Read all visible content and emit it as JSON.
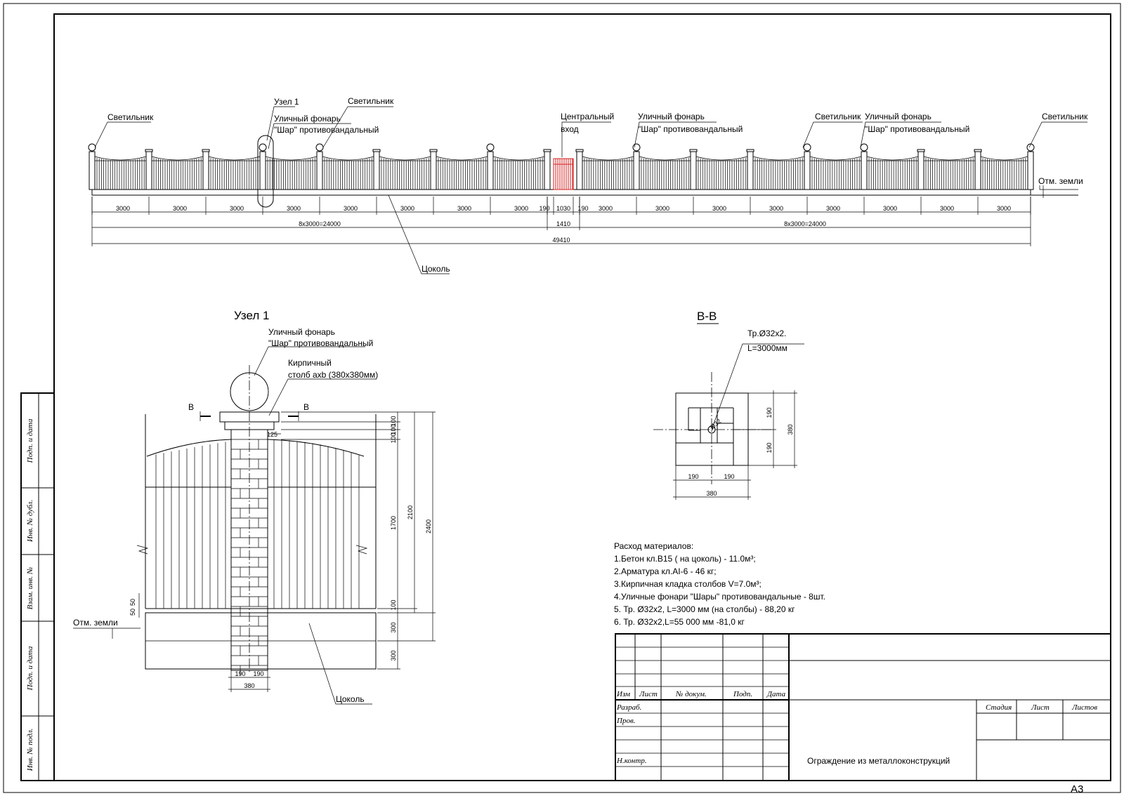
{
  "fence_labels": {
    "svetilnik": "Светильник",
    "uzel1": "Узел 1",
    "fonar_line1": "Уличный фонарь",
    "fonar_line2": "\"Шар\" противовандальный",
    "central_line1": "Центральный",
    "central_line2": "вход",
    "otm_zemli": "Отм. земли",
    "cokol": "Цоколь"
  },
  "elevation_dims": {
    "span": "3000",
    "side": "190",
    "gate": "1030",
    "left_total": "8х3000=24000",
    "gate_total": "1410",
    "right_total": "8х3000=24000",
    "overall": "49410"
  },
  "detail": {
    "title": "Узел 1",
    "fonar_line1": "Уличный фонарь",
    "fonar_line2": "\"Шар\" противовандальный",
    "post_line1": "Кирпичный",
    "post_line2": "столб аxb (380x380мм)",
    "section_mark": "В",
    "otm_zemli": "Отм. земли",
    "cokol": "Цоколь",
    "dims": {
      "d100": "100",
      "d125": "125",
      "d1700": "1700",
      "d2100": "2100",
      "d2400": "2400",
      "d300": "300",
      "d50": "50",
      "d190": "190",
      "d380": "380"
    }
  },
  "section": {
    "title": "В-В",
    "tube_line1": "Тр.Ø32x2.",
    "tube_line2": "L=3000мм",
    "tube_mark": "Ø32",
    "d190": "190",
    "d380": "380"
  },
  "materials": {
    "heading": "Расход материалов:",
    "items": [
      "1.Бетон кл.В15 ( на цоколь) - 11.0м³;",
      "2.Арматура кл.АI-6 -  46      кг;",
      "3.Кирпичная кладка столбов V=7.0м³;",
      "4.Уличные фонари \"Шары\" противовандальные - 8шт.",
      "5. Тр. Ø32x2, L=3000 мм (на столбы) - 88,20 кг",
      "6. Тр. Ø32x2,L=55 000 мм  -81,0 кг"
    ]
  },
  "side_stamp": [
    "Инв. № подл.",
    "Подп. и дата",
    "Взам. инв. №",
    "Инв. № дубл.",
    "Подп. и дата"
  ],
  "title_block": {
    "col_izm": "Изм",
    "col_list": "Лист",
    "col_doc": "№ докум.",
    "col_sign": "Подп.",
    "col_date": "Дата",
    "row_razrab": "Разраб.",
    "row_prov": "Пров.",
    "row_nkontr": "Н.контр.",
    "stadia": "Стадия",
    "list": "Лист",
    "listov": "Листов",
    "name": "Ограждение из металлоконструкций"
  },
  "format": "А3"
}
